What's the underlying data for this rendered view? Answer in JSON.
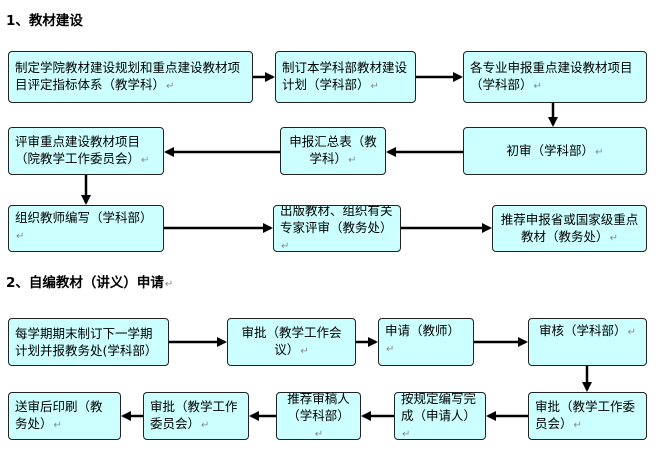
{
  "section1": {
    "heading": "1、教材建设",
    "boxes": {
      "b1": "制定学院教材建设规划和重点建设教材项目评定指标体系（教学科）",
      "b2": "制订本学科部教材建设计划（学科部）",
      "b3": "各专业申报重点建设教材项目（学科部）",
      "b4": "初审（学科部）",
      "b5": "申报汇总表（教学科）",
      "b6": "评审重点建设教材项目（院教学工作委员会）",
      "b7": "组织教师编写（学科部）",
      "b8": "出版教材、组织有关专家评审（教务处）",
      "b9": "推荐申报省或国家级重点教材（教务处）"
    }
  },
  "section2": {
    "heading": "2、自编教材（讲义）申请",
    "boxes": {
      "c1": "每学期期末制订下一学期计划并报教务处(学科部）",
      "c2": "审批（教学工作会议）",
      "c3": "申请（教师）",
      "c4": "审核（学科部）",
      "c5": "审批（教学工作委员会）",
      "c6": "按规定编写完成（申请人）",
      "c7": "推荐审稿人（学科部）",
      "c8": "审批（教学工作委员会）",
      "c9": "送审后印刷（教务处）"
    }
  },
  "paragraph_mark": "↵",
  "colors": {
    "box_fill": "#ccffff",
    "box_border": "#222222",
    "arrow": "#000000"
  }
}
